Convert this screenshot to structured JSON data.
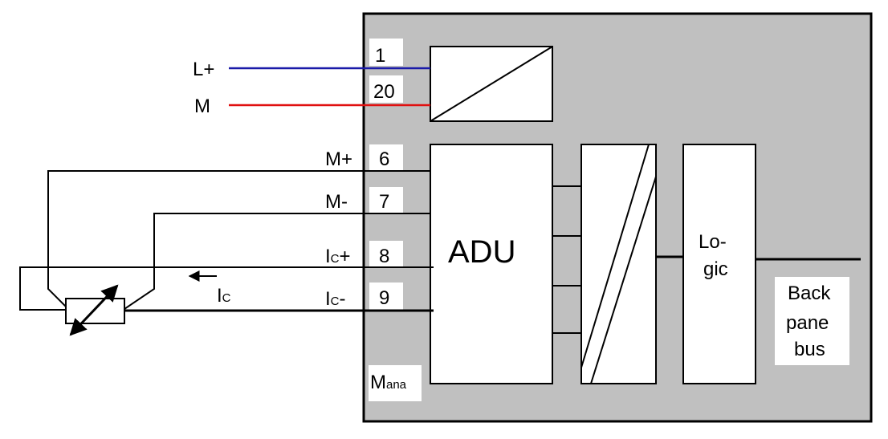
{
  "colors": {
    "module_bg": "#c0c0c0",
    "supply_positive": "#1a1aa8",
    "supply_ground": "#e01010",
    "line": "#000000"
  },
  "supply_labels": {
    "lplus": "L+",
    "m": "M"
  },
  "terminals": {
    "t1": "1",
    "t20": "20",
    "t6": "6",
    "t7": "7",
    "t8": "8",
    "t9": "9"
  },
  "signal_labels": {
    "mplus": "M+",
    "mminus": "M-",
    "ic_prefix": "I",
    "ic_sub": "C",
    "ic_plus_suffix": "+",
    "ic_minus_suffix": "-"
  },
  "current_label": {
    "prefix": "I",
    "sub": "C"
  },
  "blocks": {
    "adu": "ADU",
    "logic_line1": "Lo-",
    "logic_line2": "gic"
  },
  "backplane": {
    "line1": "Back",
    "line2": "pane",
    "line3": "bus"
  },
  "mana": {
    "prefix": "M",
    "sub": "ana"
  },
  "icons": {
    "power_supply": "power-converter-icon",
    "dac": "converter-icon",
    "rtd": "variable-resistor-icon",
    "current_arrow": "arrow-left-icon"
  }
}
